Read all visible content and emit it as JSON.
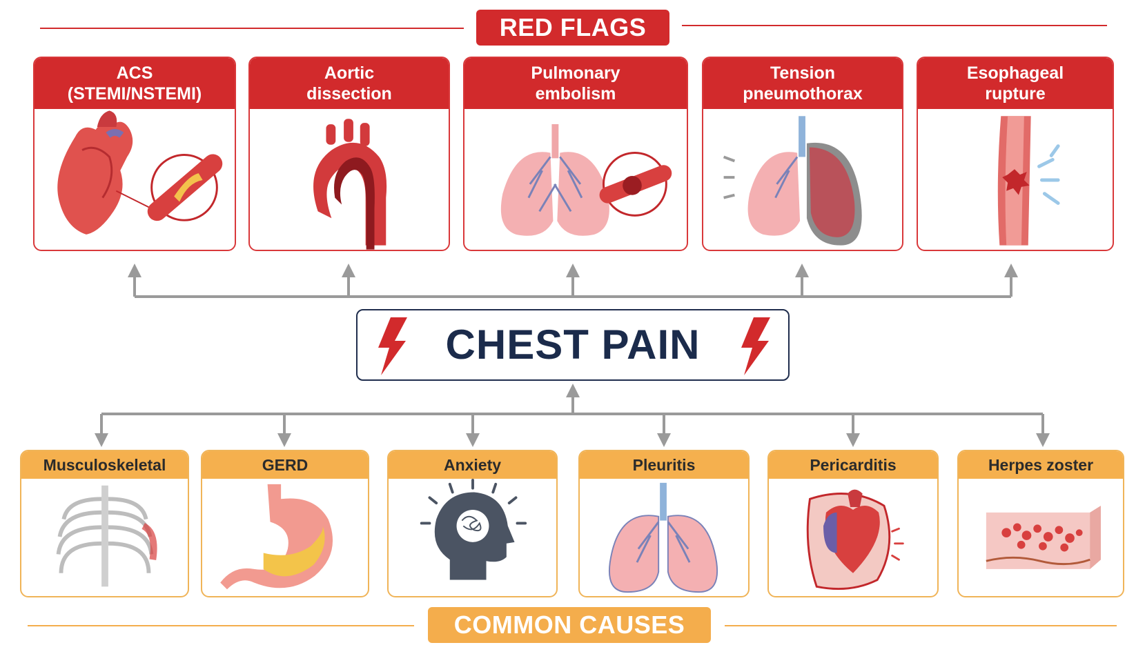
{
  "red_flags": {
    "title": "RED FLAGS",
    "items": [
      {
        "label": "ACS\n(STEMI/NSTEMI)",
        "icon": "heart-artery-icon"
      },
      {
        "label": "Aortic\ndissection",
        "icon": "aorta-icon"
      },
      {
        "label": "Pulmonary\nembolism",
        "icon": "lungs-clot-icon"
      },
      {
        "label": "Tension\npneumothorax",
        "icon": "collapsed-lung-icon"
      },
      {
        "label": "Esophageal\nrupture",
        "icon": "esophagus-tear-icon"
      }
    ]
  },
  "center": {
    "title": "CHEST PAIN",
    "icon": "lightning-bolt-icon"
  },
  "common_causes": {
    "title": "COMMON CAUSES",
    "items": [
      {
        "label": "Musculoskeletal",
        "icon": "ribcage-icon"
      },
      {
        "label": "GERD",
        "icon": "stomach-icon"
      },
      {
        "label": "Anxiety",
        "icon": "head-tangle-icon"
      },
      {
        "label": "Pleuritis",
        "icon": "lungs-icon"
      },
      {
        "label": "Pericarditis",
        "icon": "heart-inflamed-icon"
      },
      {
        "label": "Herpes zoster",
        "icon": "skin-rash-icon"
      }
    ]
  },
  "colors": {
    "red": "#d22a2c",
    "orange": "#f5b04e",
    "navy": "#1b2b4b",
    "connector": "#9a9a9a"
  }
}
